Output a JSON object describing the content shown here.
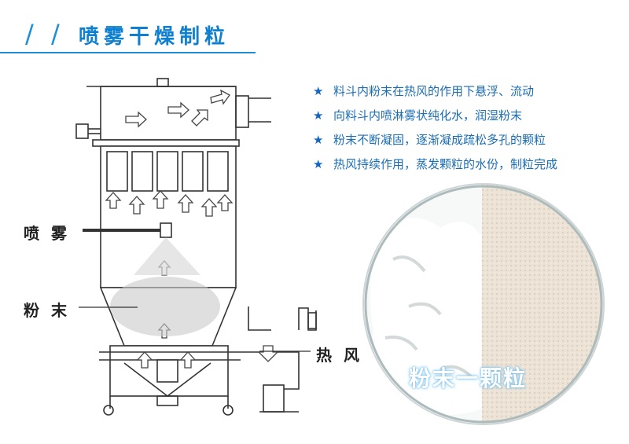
{
  "header": {
    "slashes": "/ /",
    "title": "喷雾干燥制粒"
  },
  "bullets": [
    "料斗内粉末在热风的作用下悬浮、流动",
    "向料斗内喷淋雾状纯化水，润湿粉末",
    "粉末不断凝固，逐渐凝成疏松多孔的颗粒",
    "热风持续作用，蒸发颗粒的水份，制粒完成"
  ],
  "bullet_icon": "star-icon",
  "labels": {
    "spray": "喷 雾",
    "powder": "粉 末",
    "hot_air": "热 风"
  },
  "photo": {
    "caption": "粉末一颗粒"
  },
  "colors": {
    "accent": "#1d8fd6",
    "bullet_text": "#1b6db3"
  }
}
